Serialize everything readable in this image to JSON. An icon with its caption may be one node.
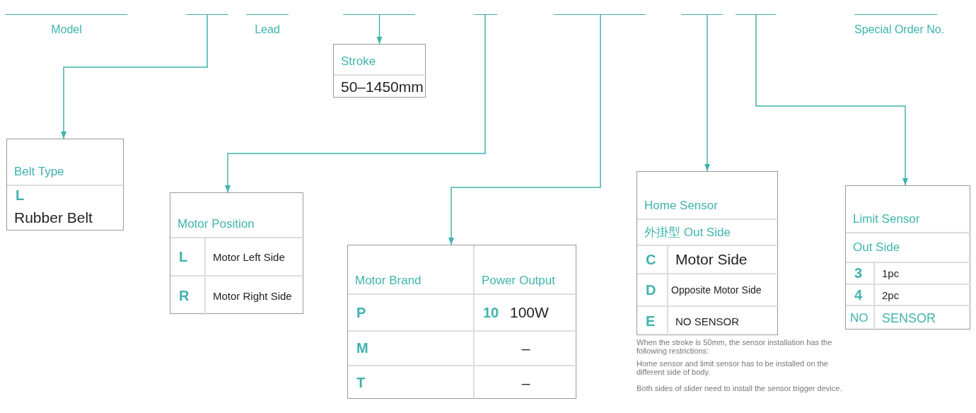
{
  "diagram": {
    "nodes": [
      {
        "text": [
          "Model"
        ]
      },
      {
        "text": [],
        "shape": "bar"
      },
      {
        "text": [
          "Lead"
        ]
      },
      {
        "text": [],
        "shape": "bar"
      },
      {
        "text": [],
        "shape": "bar"
      },
      {
        "text": [],
        "shape": "bar"
      },
      {
        "text": [],
        "shape": "bar"
      },
      {
        "text": [],
        "shape": "bar"
      },
      {
        "text": [
          "Special Order No."
        ]
      },
      {
        "text": [
          "Belt Type",
          "L",
          "Rubber Belt"
        ]
      },
      {
        "text": [
          "Stroke",
          "50–1450mm"
        ]
      },
      {
        "text": [
          "Motor Position",
          "L",
          "Motor Left Side",
          "R",
          "Motor Right Side"
        ]
      },
      {
        "text": [
          "Motor Brand",
          "Power Output",
          "P",
          "10",
          "100W",
          "M",
          "–",
          "T",
          "–"
        ]
      },
      {
        "text": [
          "Home Sensor",
          "外掛型 Out Side",
          "C",
          "Motor Side",
          "D",
          "Opposite Motor Side",
          "E",
          "NO SENSOR"
        ]
      },
      {
        "text": [
          "Limit Sensor",
          "Out Side",
          "3",
          "1pc",
          "4",
          "2pc",
          "NO",
          "SENSOR"
        ]
      }
    ],
    "edges": [
      {
        "from": 1,
        "to": 9,
        "arrow": "to"
      },
      {
        "from": 3,
        "to": 10,
        "arrow": "to"
      },
      {
        "from": 4,
        "to": 11,
        "arrow": "to"
      },
      {
        "from": 5,
        "to": 12,
        "arrow": "to"
      },
      {
        "from": 6,
        "to": 13,
        "arrow": "to"
      },
      {
        "from": 7,
        "to": 14,
        "arrow": "to"
      }
    ],
    "labels": [
      "When the stroke is 50mm, the sensor installation has the following restrictions:",
      "Home sensor and limit sensor has to be installed on the different side of body.",
      "Both sides of slider need to install the sensor trigger device."
    ]
  }
}
